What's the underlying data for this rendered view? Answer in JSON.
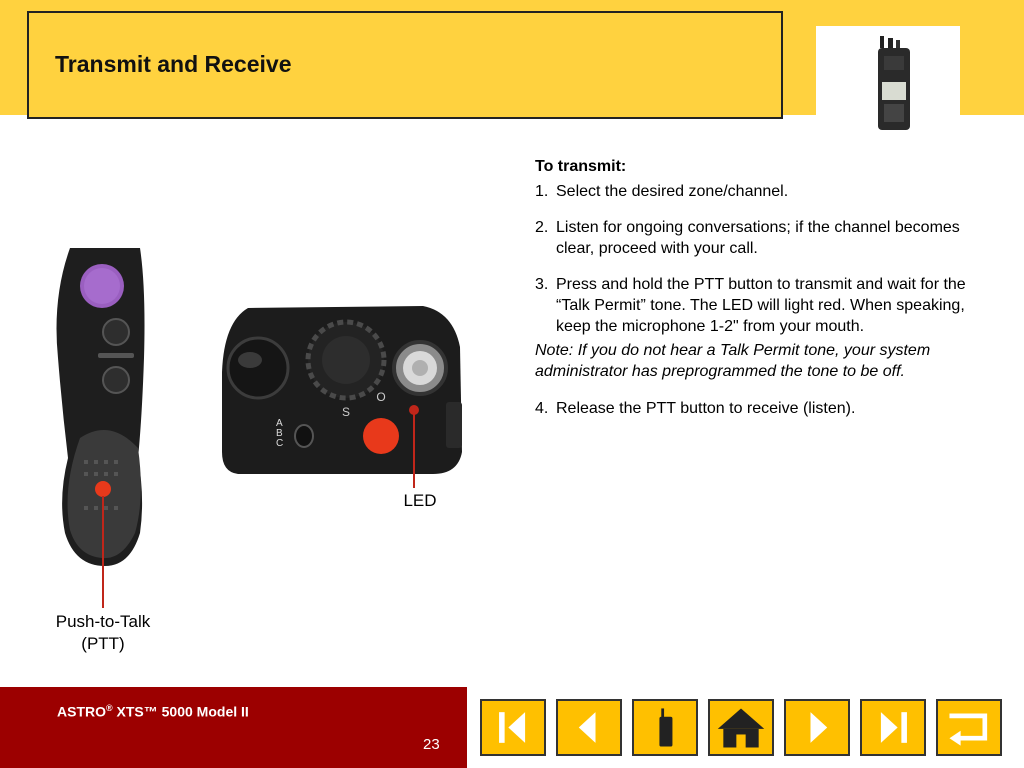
{
  "header": {
    "title": "Transmit and Receive"
  },
  "instructions": {
    "heading": "To transmit:",
    "steps": [
      {
        "num": "1.",
        "text": "Select the desired zone/channel."
      },
      {
        "num": "2.",
        "text": "Listen for ongoing conversations; if the channel becomes clear, proceed with your call."
      },
      {
        "num": "3.",
        "text": "Press and hold the PTT button to transmit and wait for the “Talk Permit” tone. The LED will light red. When speaking, keep the microphone 1-2\"  from your mouth."
      },
      {
        "num": "4.",
        "text": "Release the PTT button to receive (listen)."
      }
    ],
    "note": "Note: If you do not hear a Talk Permit tone, your system administrator has preprogrammed the tone to be off."
  },
  "labels": {
    "led": "LED",
    "ptt_line1": "Push-to-Talk",
    "ptt_line2": "(PTT)"
  },
  "footer": {
    "product": "ASTRO",
    "reg": "®",
    "product_rest": " XTS™  5000 Model II",
    "page": "23"
  },
  "nav": {
    "buttons": [
      "first-slide-icon",
      "previous-slide-icon",
      "radio-icon",
      "home-icon",
      "next-slide-icon",
      "last-slide-icon",
      "return-icon"
    ]
  },
  "colors": {
    "accent": "#ffd23f",
    "footer": "#9c0000",
    "nav_button": "#ffc000",
    "led": "#e8391b",
    "ptt_purple": "#9a5fc0"
  }
}
